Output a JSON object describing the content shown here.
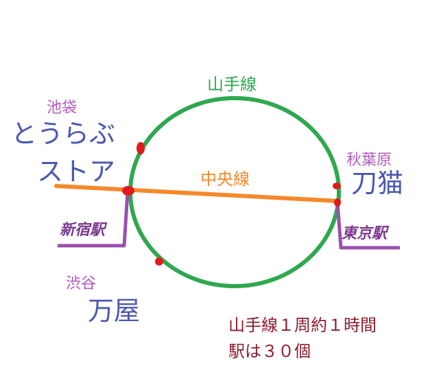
{
  "colors": {
    "yamanote": "#2fa84f",
    "chuo": "#f5892a",
    "station_line": "#9b4fae",
    "station_text": "#7b3a8f",
    "area_label": "#b05ac0",
    "shop_name": "#4a58b0",
    "dot": "#e01b1b",
    "note": "#8b1c2c"
  },
  "lines": {
    "yamanote": "山手線",
    "chuo": "中央線"
  },
  "areas": {
    "ikebukuro": {
      "area": "池袋",
      "shop": [
        "とうらぶ",
        "ストア"
      ]
    },
    "akihabara": {
      "area": "秋葉原",
      "shop": [
        "刀猫"
      ]
    },
    "shibuya": {
      "area": "渋谷",
      "shop": [
        "万屋"
      ]
    }
  },
  "stations": {
    "shinjuku": "新宿駅",
    "tokyo": "東京駅"
  },
  "note": {
    "line1": "山手線１周約１時間",
    "line2": "駅は３０個"
  }
}
